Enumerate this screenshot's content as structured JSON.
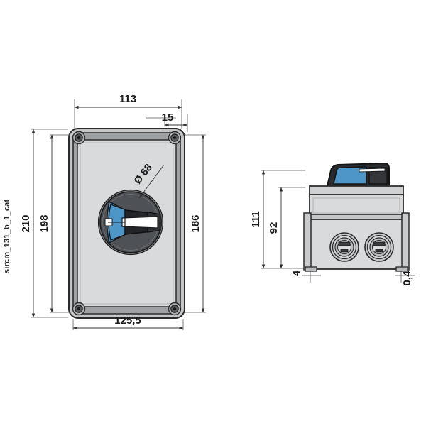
{
  "document": {
    "type": "technical-drawing",
    "subject": "Enclosed rotary cam switch / disconnect switch in IP enclosure",
    "watermark": "sircm_131_b_1_cat",
    "background_color": "#ffffff",
    "line_color": "#1a1a1a",
    "dimension_color": "#333333"
  },
  "views": {
    "front": {
      "name": "Front view",
      "enclosure": {
        "body_fill": "#d9dadb",
        "body_stroke": "#2b2b2b",
        "rim_fill": "#bfc1c3",
        "corner_screw_fill": "#6e7073"
      },
      "knob": {
        "dial_fill": "#4e5156",
        "dial_stroke": "#1a1a1a",
        "handle_blue": "#4f96c8",
        "handle_dark": "#232427",
        "handle_white": "#ffffff"
      }
    },
    "side": {
      "name": "Side view",
      "enclosure": {
        "body_fill": "#d9dadb",
        "body_stroke": "#2b2b2b",
        "lid_fill": "#cfd1d3"
      },
      "handle": {
        "blue": "#4f96c8",
        "dark": "#2a2b2e"
      },
      "glands": {
        "count": 2,
        "ring_fill": "#c9cbcd",
        "ring_stroke": "#2b2b2b",
        "inner_fill": "#b9bbbd"
      }
    }
  },
  "dimensions": {
    "front": [
      {
        "id": "width-113",
        "label": "113",
        "orientation": "horizontal",
        "position": "top",
        "unit": "mm"
      },
      {
        "id": "offset-15",
        "label": "15",
        "orientation": "horizontal",
        "position": "top-right",
        "unit": "mm"
      },
      {
        "id": "height-210",
        "label": "210",
        "orientation": "vertical",
        "position": "left-outer",
        "unit": "mm"
      },
      {
        "id": "height-198",
        "label": "198",
        "orientation": "vertical",
        "position": "left-inner",
        "unit": "mm"
      },
      {
        "id": "height-186",
        "label": "186",
        "orientation": "vertical",
        "position": "right",
        "unit": "mm"
      },
      {
        "id": "width-125-5",
        "label": "125,5",
        "orientation": "horizontal",
        "position": "bottom",
        "unit": "mm"
      },
      {
        "id": "diameter-68",
        "label": "Ø 68",
        "orientation": "leader",
        "position": "knob-callout",
        "unit": "mm"
      }
    ],
    "side": [
      {
        "id": "height-111",
        "label": "111",
        "orientation": "vertical",
        "position": "left-outer",
        "unit": "mm"
      },
      {
        "id": "height-92",
        "label": "92",
        "orientation": "vertical",
        "position": "left-inner",
        "unit": "mm"
      },
      {
        "id": "foot-4",
        "label": "4",
        "orientation": "vertical",
        "position": "bottom-left",
        "unit": "mm"
      },
      {
        "id": "foot-0-4",
        "label": "0,4",
        "orientation": "vertical",
        "position": "bottom-right",
        "unit": "mm"
      }
    ]
  }
}
